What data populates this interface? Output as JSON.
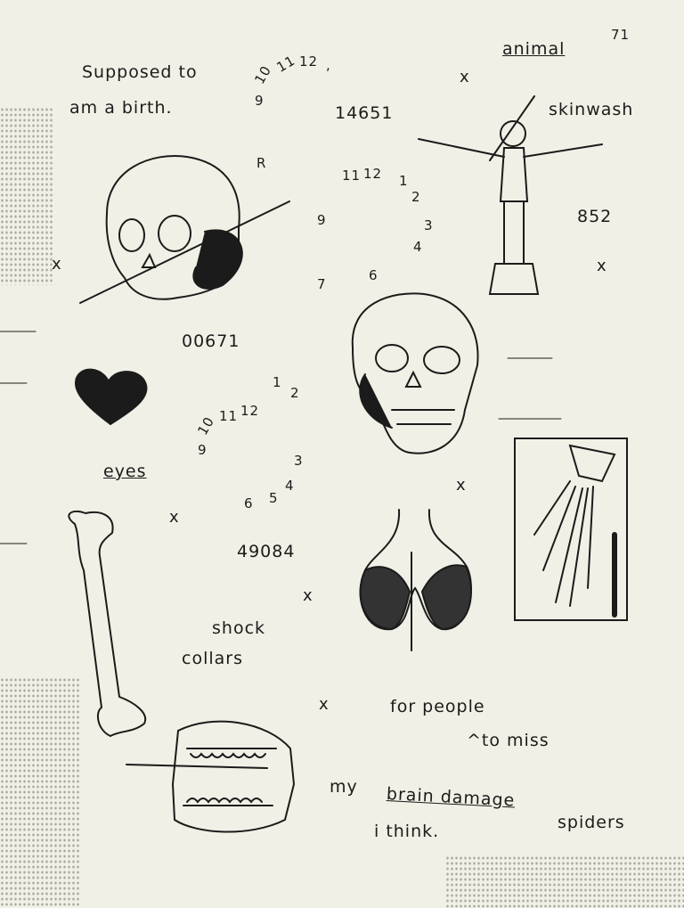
{
  "texts": {
    "supposed": "Supposed to",
    "birth": "am a birth.",
    "number1": "14651",
    "animal": "animal",
    "n71": "71",
    "skinwash": "skinwash",
    "r": "R",
    "n852": "852",
    "n00671": "00671",
    "eyes": "eyes",
    "n49084": "49084",
    "shock": "shock",
    "collars": "collars",
    "forpeople": "for people",
    "tomiss": "^to miss",
    "my": "my",
    "braindamage": "brain damage",
    "spiders": "spiders",
    "ithink": "i think."
  },
  "clock1": [
    "9",
    "10",
    "11",
    "12",
    ","
  ],
  "clock2": [
    "11",
    "12",
    "1",
    "2",
    "9",
    "3",
    "4",
    "7",
    "6"
  ],
  "clock3": [
    "1",
    "2",
    "10",
    "11",
    "12",
    "9",
    "3",
    "6",
    "5",
    "4"
  ],
  "mark": "x",
  "drawings": [
    "skull",
    "skull",
    "mannequin",
    "heart",
    "bone",
    "kidneys",
    "skeletal-hand",
    "dentures"
  ]
}
